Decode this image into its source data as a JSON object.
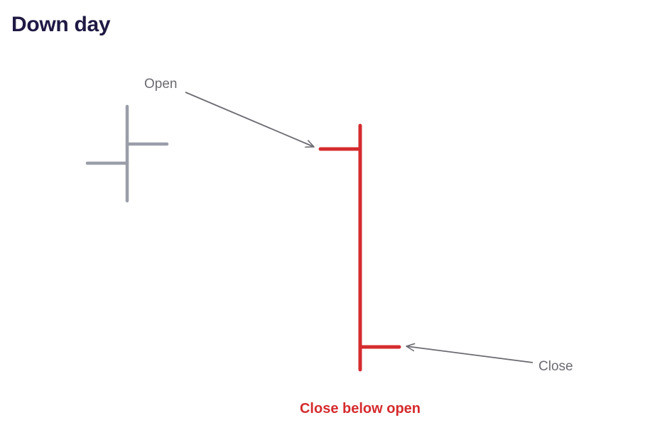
{
  "title": "Down day",
  "labels": {
    "open": "Open",
    "close": "Close"
  },
  "caption": "Close below open",
  "colors": {
    "title": "#1f1a44",
    "previous_bar": "#9a9ea9",
    "down_bar": "#d52b2e",
    "annotation": "#6b6b72",
    "caption": "#d52b2e"
  }
}
